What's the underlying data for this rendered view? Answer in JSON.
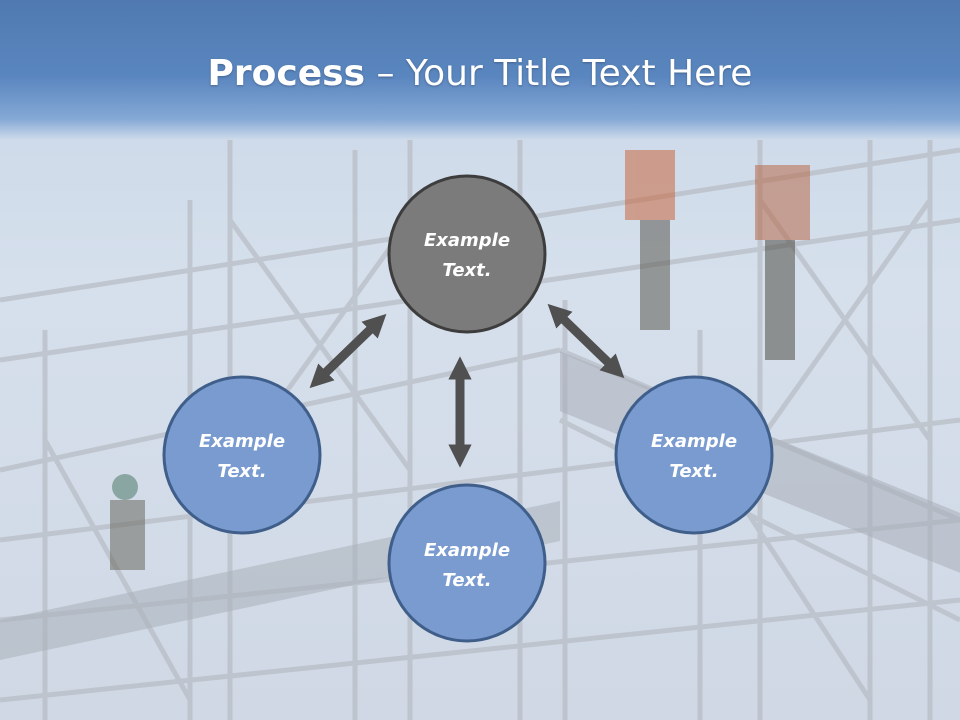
{
  "title": {
    "bold_part": "Process",
    "separator": " – ",
    "rest": "Your Title Text Here"
  },
  "background": {
    "description_icon": "scaffolding-photo"
  },
  "colors": {
    "title_band": "#5a86bf",
    "center_node_fill": "#7b7b7b",
    "outer_node_fill": "#7a9bd0",
    "node_stroke": "#3d3d3d",
    "arrow_color": "#505050"
  },
  "nodes": [
    {
      "id": "top",
      "line1": "Example",
      "line2": "Text."
    },
    {
      "id": "left",
      "line1": "Example",
      "line2": "Text."
    },
    {
      "id": "bottom",
      "line1": "Example",
      "line2": "Text."
    },
    {
      "id": "right",
      "line1": "Example",
      "line2": "Text."
    }
  ]
}
